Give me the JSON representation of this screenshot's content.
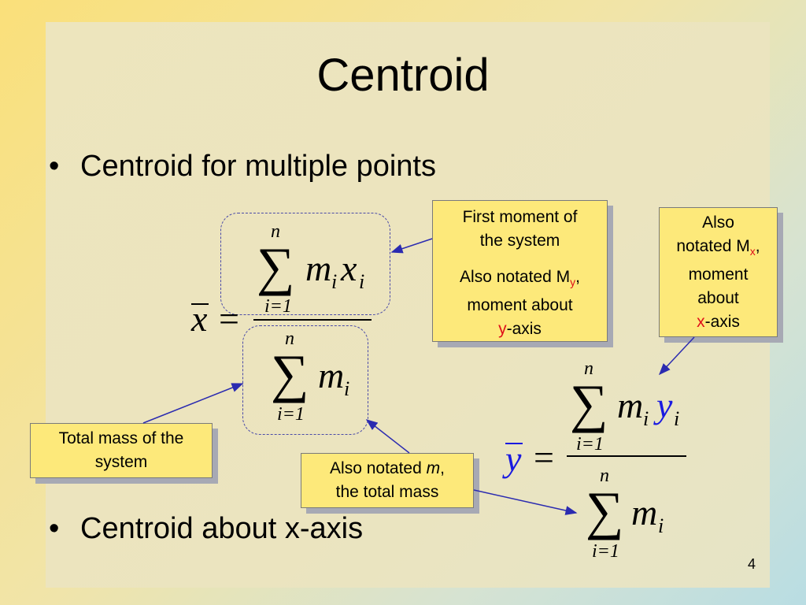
{
  "title": "Centroid",
  "bullets": [
    {
      "text": "Centroid for multiple points"
    },
    {
      "text": "Centroid about x-axis"
    }
  ],
  "bullet_symbol": "•",
  "formula_x": {
    "lhs": "x",
    "equals": "=",
    "num_upper": "n",
    "num_lower": "i=1",
    "num_m": "m",
    "num_i1": "i",
    "num_x": "x",
    "num_i2": "i",
    "den_upper": "n",
    "den_lower": "i=1",
    "den_m": "m",
    "den_i": "i"
  },
  "formula_y": {
    "lhs": "y",
    "equals": "=",
    "num_upper": "n",
    "num_lower": "i=1",
    "num_m": "m",
    "num_i1": "i",
    "num_y": "y",
    "num_i2": "i",
    "den_upper": "n",
    "den_lower": "i=1",
    "den_m": "m",
    "den_i": "i"
  },
  "callouts": {
    "first_moment": {
      "line1": "First moment of",
      "line2": "the system",
      "line3a": "Also notated M",
      "line3sub": "y",
      "line3b": ",",
      "line4": "moment about",
      "line5a": "y",
      "line5b": "-axis"
    },
    "mx": {
      "line1": "Also",
      "line2a": "notated M",
      "line2sub": "x",
      "line2b": ",",
      "line3": "moment",
      "line4": "about",
      "line5a": "x",
      "line5b": "-axis"
    },
    "total_mass": {
      "line1": "Total mass of the",
      "line2": "system"
    },
    "m_total": {
      "line1a": "Also notated ",
      "line1b": "m",
      "line1c": ",",
      "line2": "the total mass"
    }
  },
  "page_number": "4",
  "colors": {
    "accent_red": "#e0101a",
    "accent_blue": "#1a1ae0",
    "callout_fill": "#fde97a",
    "arrow": "#2b2bb0"
  }
}
